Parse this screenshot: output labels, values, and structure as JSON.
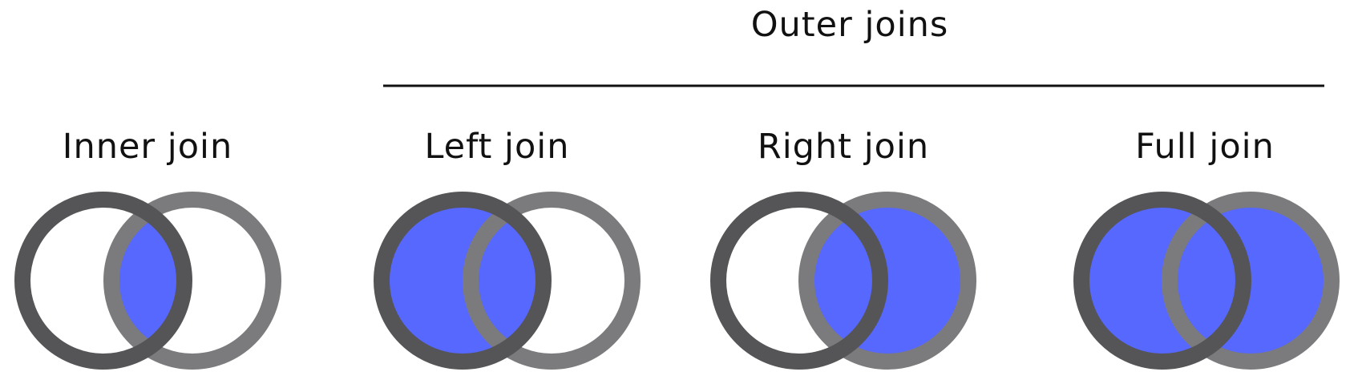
{
  "group_title": "Outer joins",
  "colors": {
    "fill": "#5768FF",
    "left_ring": "#555557",
    "right_ring": "#7b7a7c",
    "background": "#ffffff",
    "rule": "#111111"
  },
  "diagrams": [
    {
      "label": "Inner join",
      "fill": "intersection"
    },
    {
      "label": "Left join",
      "fill": "left"
    },
    {
      "label": "Right join",
      "fill": "right"
    },
    {
      "label": "Full join",
      "fill": "both"
    }
  ]
}
